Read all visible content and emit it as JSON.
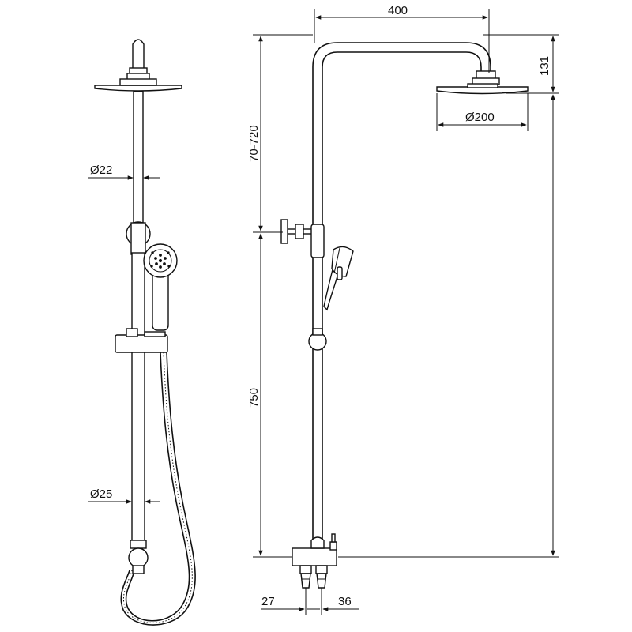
{
  "drawing": {
    "colors": {
      "line": "#111111",
      "background": "#ffffff"
    },
    "front_view": {
      "upper_pipe_diameter": "Ø22",
      "lower_pipe_diameter": "Ø25"
    },
    "side_view": {
      "horizontal_arm_length": "400",
      "head_drop": "131",
      "head_diameter": "Ø200",
      "adjustable_height": "70-720",
      "lower_height": "750",
      "inlet_offset_left": "27",
      "inlet_offset_right": "36"
    }
  }
}
